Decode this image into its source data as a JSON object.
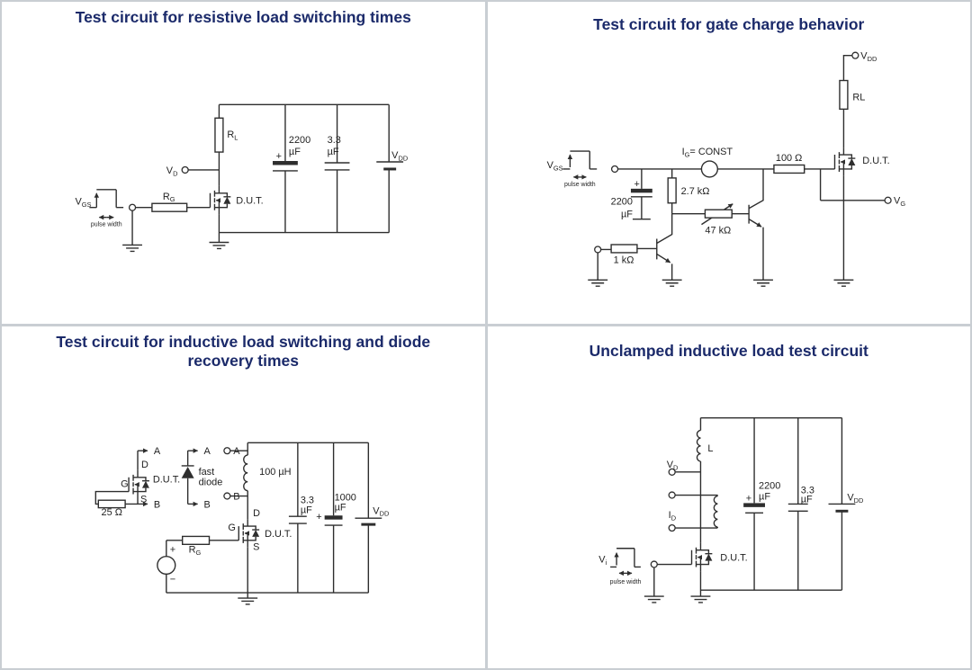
{
  "colors": {
    "title": "#1b2a6a",
    "line": "#2e2e2e",
    "divider": "#c9ced3",
    "background": "#ffffff"
  },
  "panels": {
    "c1": {
      "title": "Test circuit for resistive load switching times",
      "vgs_v": "V",
      "vgs_sub": "GS",
      "pulse_width": "pulse width",
      "rg_r": "R",
      "rg_sub": "G",
      "vd_v": "V",
      "vd_sub": "D",
      "dut": "D.U.T.",
      "rl_r": "R",
      "rl_sub": "L",
      "cap1_plus": "+",
      "cap1_val": "2200",
      "cap1_unit": "µF",
      "cap2_val": "3.3",
      "cap2_unit": "µF",
      "vdd_v": "V",
      "vdd_sub": "DD"
    },
    "c2": {
      "title": "Test circuit for gate charge behavior",
      "vgs_v": "V",
      "vgs_sub": "GS",
      "pulse_width": "pulse width",
      "cap_plus": "+",
      "cap_val": "2200",
      "cap_unit": "µF",
      "r_27": "2.7 kΩ",
      "r_47": "47 kΩ",
      "r_1k": "1 kΩ",
      "r_100": "100 Ω",
      "ig_i": "I",
      "ig_sub": "G",
      "ig_eq": "= CONST",
      "rl": "RL",
      "vdd_v": "V",
      "vdd_sub": "DD",
      "dut": "D.U.T.",
      "vg_v": "V",
      "vg_sub": "G"
    },
    "c3": {
      "title": "Test circuit for inductive load switching and diode recovery times",
      "a": "A",
      "b": "B",
      "d": "D",
      "g": "G",
      "s": "S",
      "dut": "D.U.T.",
      "r_25": "25 Ω",
      "fast": "fast",
      "diode": "diode",
      "l_100": "100 µH",
      "rg_r": "R",
      "rg_sub": "G",
      "plus": "+",
      "minus": "−",
      "cap1_val": "3.3",
      "cap1_unit": "µF",
      "cap2_plus": "+",
      "cap2_val": "1000",
      "cap2_unit": "µF",
      "vdd_v": "V",
      "vdd_sub": "DD"
    },
    "c4": {
      "title": "Unclamped inductive load test circuit",
      "l": "L",
      "vd_v": "V",
      "vd_sub": "D",
      "id_i": "I",
      "id_sub": "D",
      "vi_v": "V",
      "vi_sub": "i",
      "pulse_width": "pulse width",
      "dut": "D.U.T.",
      "cap1_plus": "+",
      "cap1_val": "2200",
      "cap1_unit": "µF",
      "cap2_val": "3.3",
      "cap2_unit": "µF",
      "vdd_v": "V",
      "vdd_sub": "DD"
    }
  }
}
